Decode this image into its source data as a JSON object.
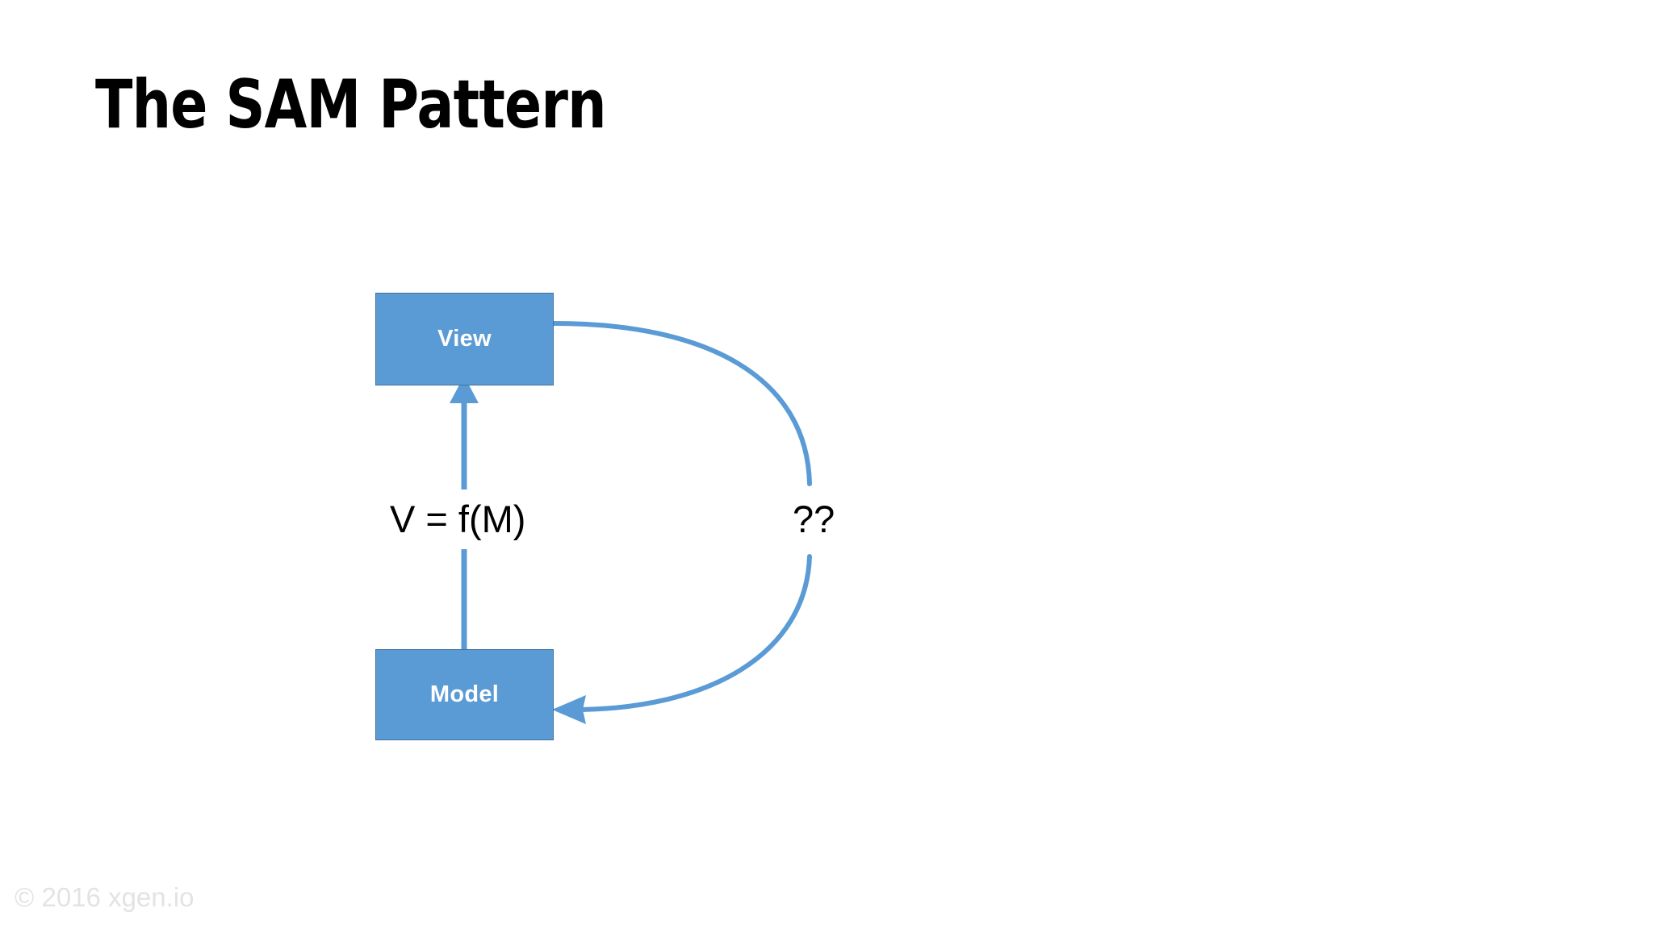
{
  "slide": {
    "title": "The SAM Pattern",
    "background_color": "#FFFFFF"
  },
  "colors": {
    "box_fill": "#5B9BD5",
    "box_border": "#41719C",
    "connector": "#5B9BD5",
    "title_text": "#000000",
    "box_label_text": "#FFFFFF",
    "edge_label_text": "#000000",
    "footer_text": "#E3E3E3"
  },
  "diagram": {
    "nodes": [
      {
        "id": "view",
        "label": "View"
      },
      {
        "id": "model",
        "label": "Model"
      }
    ],
    "edges": [
      {
        "id": "model-to-view",
        "from": "model",
        "to": "view",
        "label": "V = f(M)",
        "style": "straight-vertical",
        "arrowhead": "up"
      },
      {
        "id": "view-to-model",
        "from": "view",
        "to": "model",
        "label": "??",
        "style": "curved-right",
        "arrowhead": "left"
      }
    ]
  },
  "footer": {
    "copyright": "© 2016 xgen.io"
  }
}
